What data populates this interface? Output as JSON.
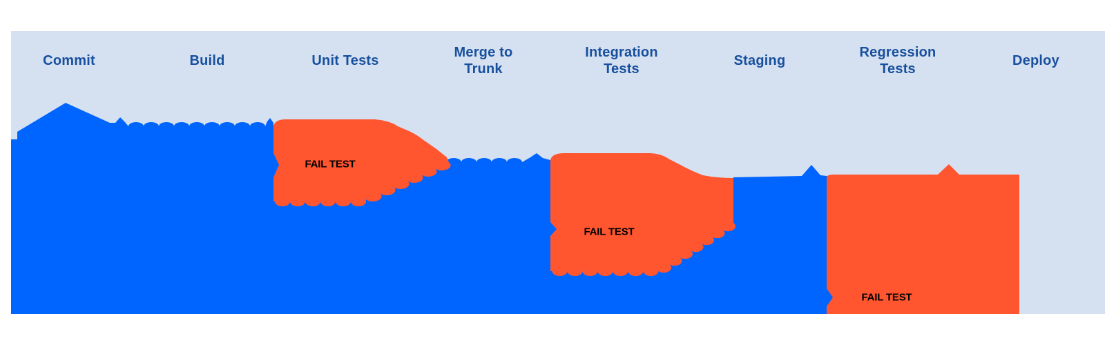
{
  "colors": {
    "page_bg": "#ffffff",
    "panel_bg": "#d5e0f0",
    "flow_blue": "#0065ff",
    "fail_orange": "#ff5630",
    "stage_label_color": "#17509e",
    "fail_label_color": "#000000"
  },
  "diagram": {
    "stages": [
      {
        "label": "Commit"
      },
      {
        "label": "Build"
      },
      {
        "label": "Unit Tests"
      },
      {
        "label": "Merge to\nTrunk"
      },
      {
        "label": "Integration\nTests"
      },
      {
        "label": "Staging"
      },
      {
        "label": "Regression\nTests"
      },
      {
        "label": "Deploy"
      }
    ],
    "fail_events": [
      {
        "label": "FAIL TEST"
      },
      {
        "label": "FAIL TEST"
      },
      {
        "label": "FAIL TEST"
      }
    ]
  }
}
